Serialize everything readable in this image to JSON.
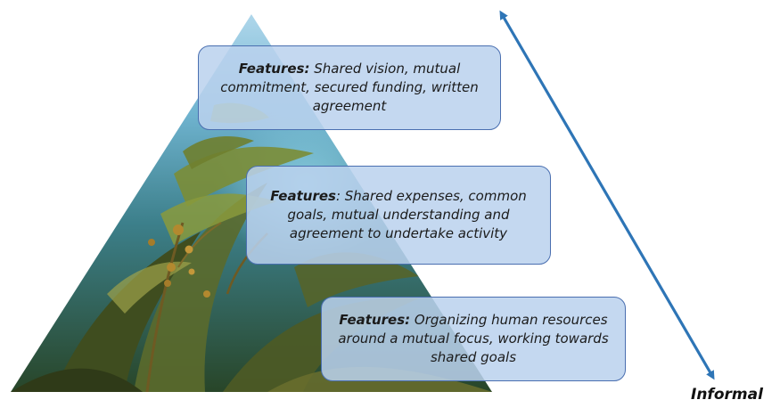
{
  "pyramid": {
    "tiers": [
      {
        "lead": "Features:",
        "text": "Shared vision, mutual commitment, secured funding,  written agreement"
      },
      {
        "lead": "Features",
        "text": ": Shared expenses, common goals, mutual understanding and agreement to undertake activity"
      },
      {
        "lead": "Features:",
        "text": "Organizing human resources around a mutual focus, working towards shared goals"
      }
    ]
  },
  "axis": {
    "bottom_label": "Informal",
    "arrow_color": "#2e75b6"
  }
}
